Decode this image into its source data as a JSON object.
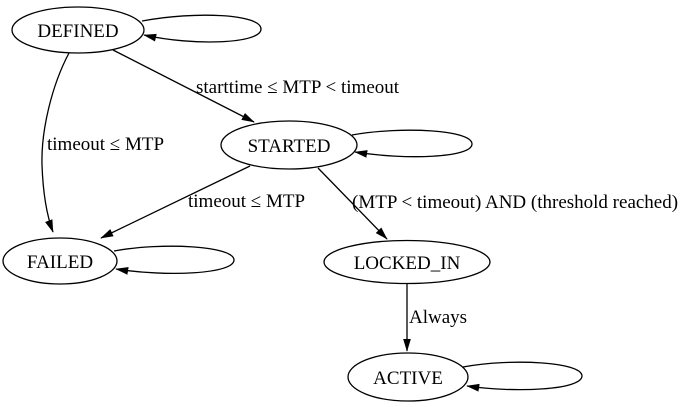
{
  "diagram": {
    "type": "state-machine-digraph",
    "colors": {
      "background": "#ffffff",
      "stroke": "#000000",
      "text": "#000000"
    },
    "nodes": [
      {
        "id": "defined",
        "label": "DEFINED"
      },
      {
        "id": "started",
        "label": "STARTED"
      },
      {
        "id": "failed",
        "label": "FAILED"
      },
      {
        "id": "locked_in",
        "label": "LOCKED_IN"
      },
      {
        "id": "active",
        "label": "ACTIVE"
      }
    ],
    "edges": [
      {
        "from": "DEFINED",
        "to": "DEFINED",
        "label": ""
      },
      {
        "from": "DEFINED",
        "to": "STARTED",
        "label": "starttime ≤ MTP < timeout"
      },
      {
        "from": "DEFINED",
        "to": "FAILED",
        "label": "timeout ≤ MTP"
      },
      {
        "from": "STARTED",
        "to": "STARTED",
        "label": ""
      },
      {
        "from": "STARTED",
        "to": "FAILED",
        "label": "timeout ≤ MTP"
      },
      {
        "from": "STARTED",
        "to": "LOCKED_IN",
        "label": "(MTP < timeout) AND (threshold reached)"
      },
      {
        "from": "FAILED",
        "to": "FAILED",
        "label": ""
      },
      {
        "from": "LOCKED_IN",
        "to": "ACTIVE",
        "label": "Always"
      },
      {
        "from": "ACTIVE",
        "to": "ACTIVE",
        "label": ""
      }
    ]
  }
}
